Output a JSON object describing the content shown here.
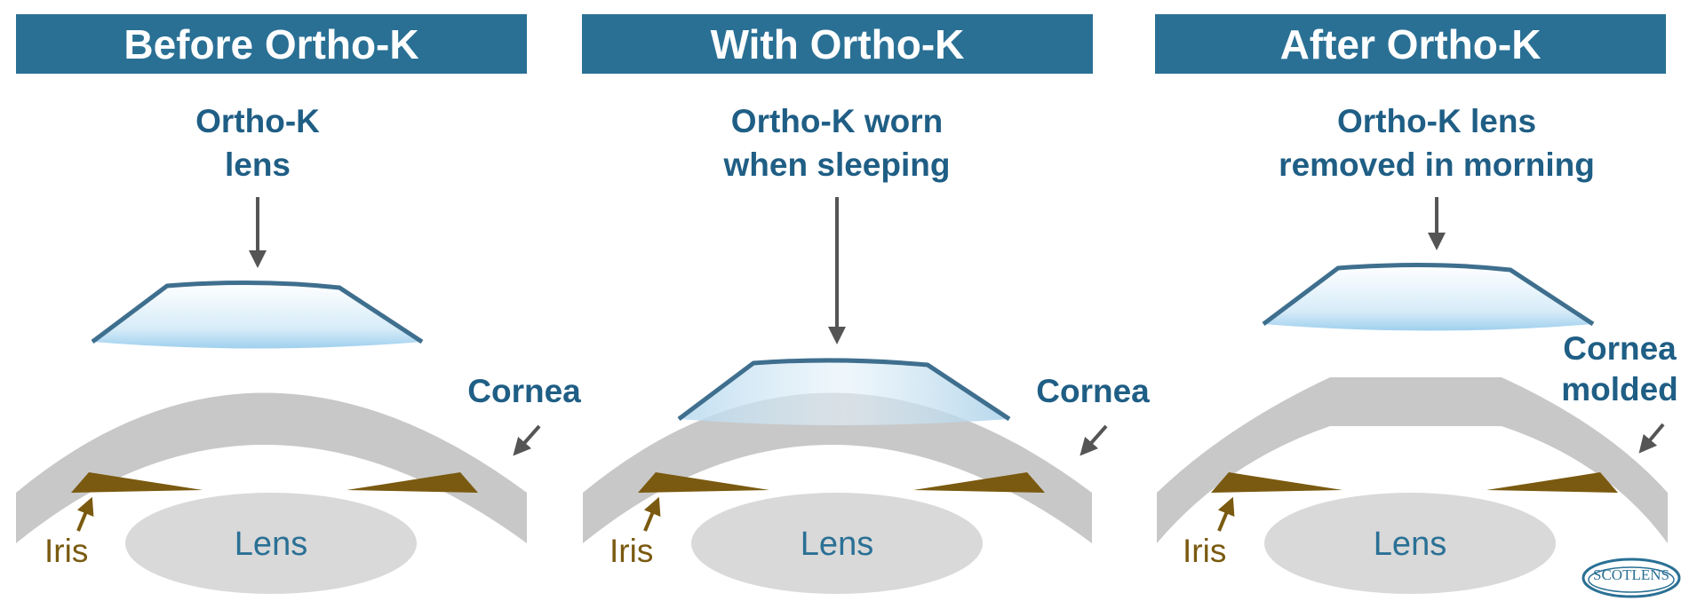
{
  "panels": [
    {
      "title": "Before Ortho-K",
      "caption_lines": [
        "Ortho-K",
        "lens"
      ],
      "cornea_lines": [
        "Cornea"
      ],
      "iris": "Iris",
      "lens": "Lens"
    },
    {
      "title": "With Ortho-K",
      "caption_lines": [
        "Ortho-K worn",
        "when sleeping"
      ],
      "cornea_lines": [
        "Cornea"
      ],
      "iris": "Iris",
      "lens": "Lens"
    },
    {
      "title": "After Ortho-K",
      "caption_lines": [
        "Ortho-K lens",
        "removed in morning"
      ],
      "cornea_lines": [
        "Cornea",
        "molded"
      ],
      "iris": "Iris",
      "lens": "Lens"
    }
  ],
  "logo": "SCOTLENS",
  "colors": {
    "banner": "#2a7095",
    "caption_text": "#1f5e85",
    "cornea": "#c8c8c8",
    "iris": "#7a5a10",
    "lens_body": "#d9d9d9",
    "contact_lens_edge": "#3f6f8e",
    "arrow": "#555555"
  }
}
